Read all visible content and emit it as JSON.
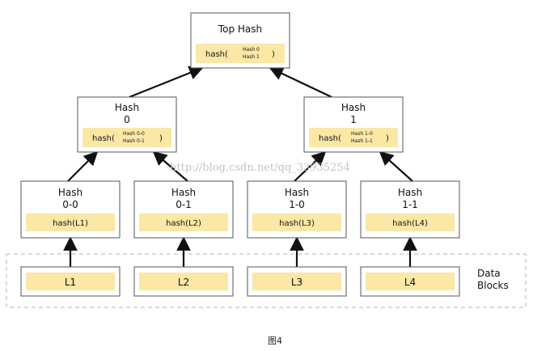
{
  "top": {
    "title": "Top Hash",
    "fn_open": "hash(",
    "arg1": "Hash 0",
    "arg2": "Hash 1",
    "fn_close": ")"
  },
  "level1": [
    {
      "title_line1": "Hash",
      "title_line2": "0",
      "fn_open": "hash(",
      "arg1": "Hash 0-0",
      "arg2": "Hash 0-1",
      "fn_close": ")"
    },
    {
      "title_line1": "Hash",
      "title_line2": "1",
      "fn_open": "hash(",
      "arg1": "Hash 1-0",
      "arg2": "Hash 1-1",
      "fn_close": ")"
    }
  ],
  "leaves": [
    {
      "title_line1": "Hash",
      "title_line2": "0-0",
      "fn": "hash(L1)"
    },
    {
      "title_line1": "Hash",
      "title_line2": "0-1",
      "fn": "hash(L2)"
    },
    {
      "title_line1": "Hash",
      "title_line2": "1-0",
      "fn": "hash(L3)"
    },
    {
      "title_line1": "Hash",
      "title_line2": "1-1",
      "fn": "hash(L4)"
    }
  ],
  "blocks": [
    "L1",
    "L2",
    "L3",
    "L4"
  ],
  "data_blocks_label": {
    "line1": "Data",
    "line2": "Blocks"
  },
  "watermark": "http://blog.csdn.net/qq_33935254",
  "caption": "图4",
  "colors": {
    "box_fill": "#ffffff",
    "box_stroke": "#555555",
    "label_fill": "#fbe7a6",
    "arrow": "#111111",
    "dash": "#b5b5b5"
  }
}
